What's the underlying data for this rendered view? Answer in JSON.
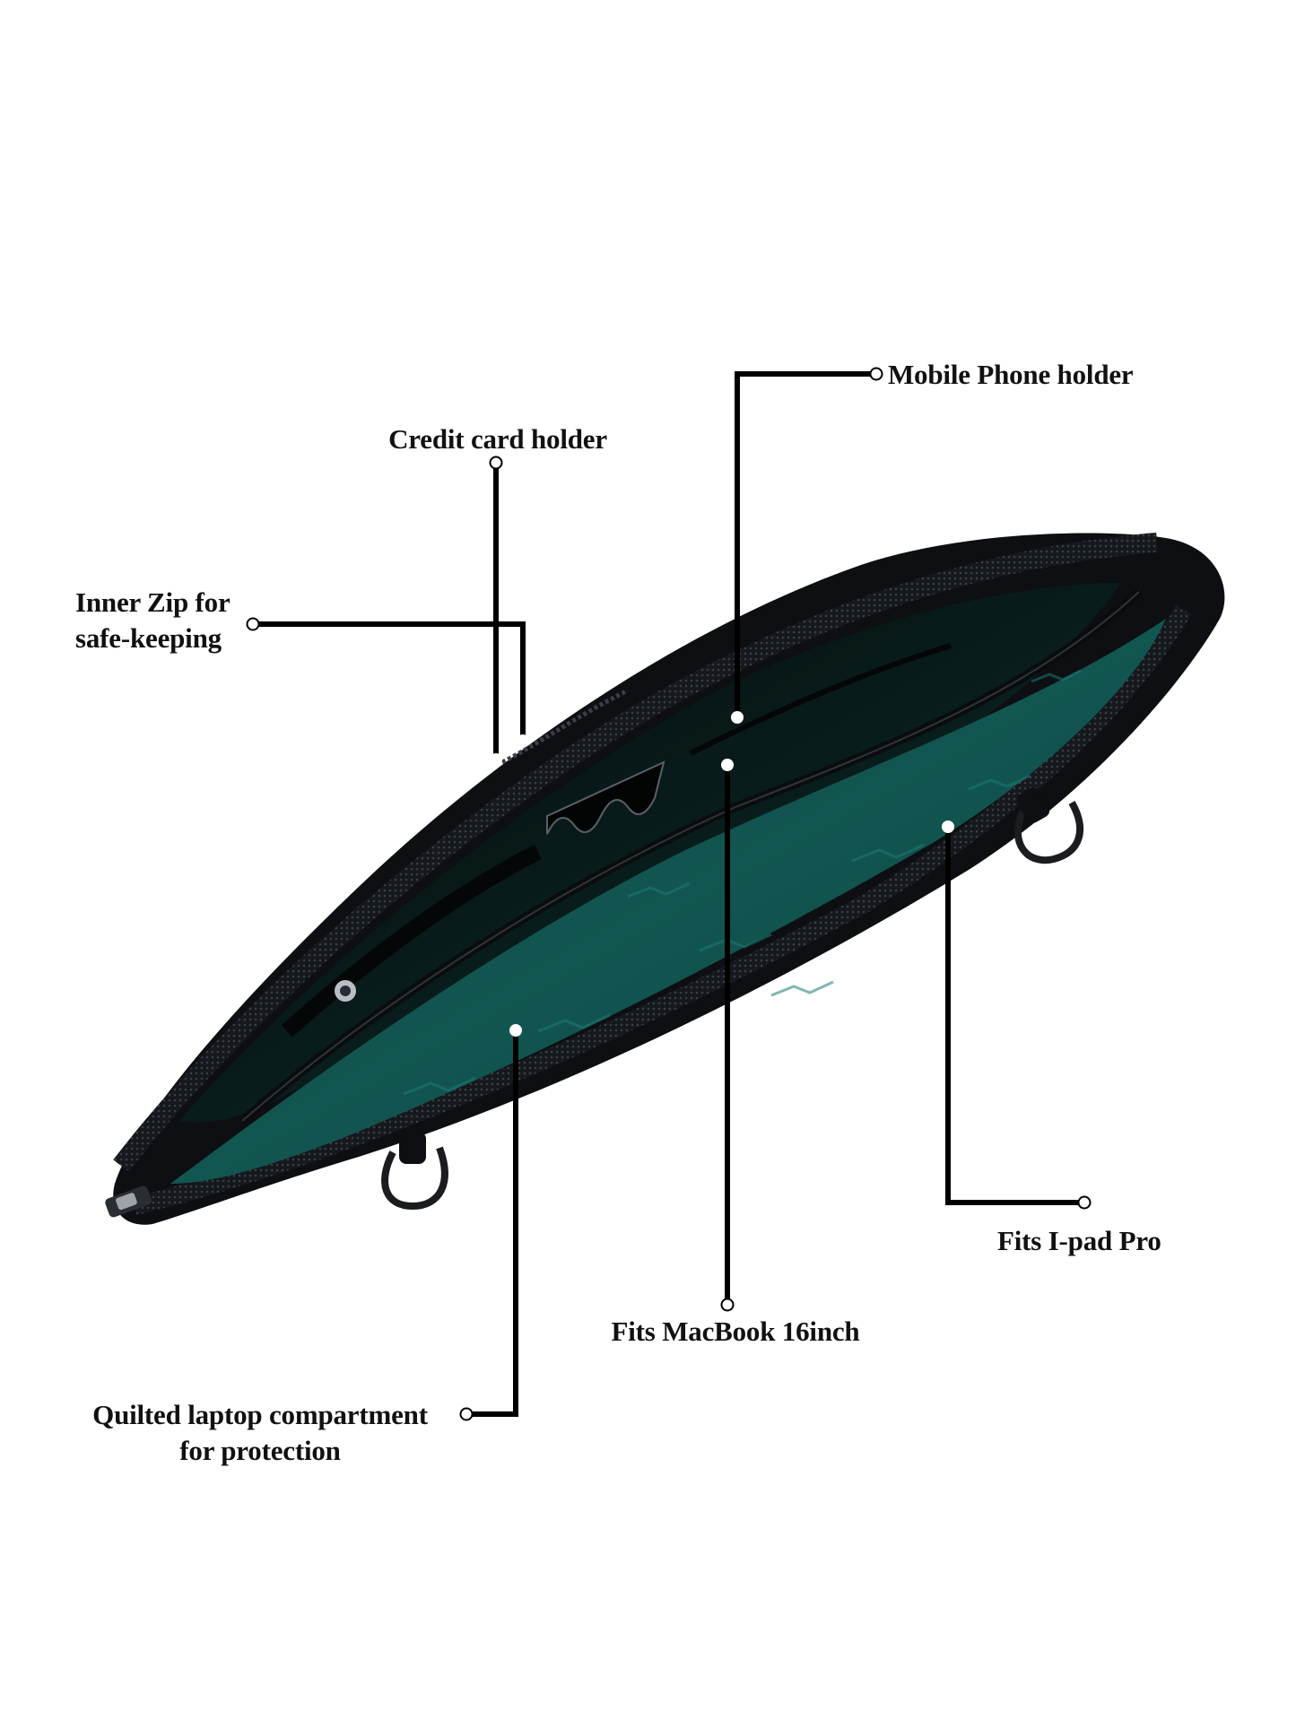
{
  "colors": {
    "background": "#ffffff",
    "text": "#111111",
    "leader_line": "#000000",
    "bag_leather": "#0d0f12",
    "bag_lining": "#0f4a47",
    "bag_lining_highlight": "#1d7a74",
    "zipper": "#1c1f24"
  },
  "product": {
    "name": "Black leather laptop bag (open, top view)",
    "lining": "teal patterned lining"
  },
  "callouts": [
    {
      "id": "credit-card-holder",
      "lines": [
        "Credit card holder"
      ]
    },
    {
      "id": "inner-zip",
      "lines": [
        "Inner Zip for",
        "safe-keeping"
      ]
    },
    {
      "id": "mobile-phone-holder",
      "lines": [
        "Mobile Phone holder"
      ]
    },
    {
      "id": "fits-macbook",
      "lines": [
        "Fits MacBook 16inch"
      ]
    },
    {
      "id": "fits-ipad-pro",
      "lines": [
        "Fits I-pad Pro"
      ]
    },
    {
      "id": "quilted-laptop-compartment",
      "lines": [
        "Quilted laptop compartment",
        "for protection"
      ]
    }
  ]
}
